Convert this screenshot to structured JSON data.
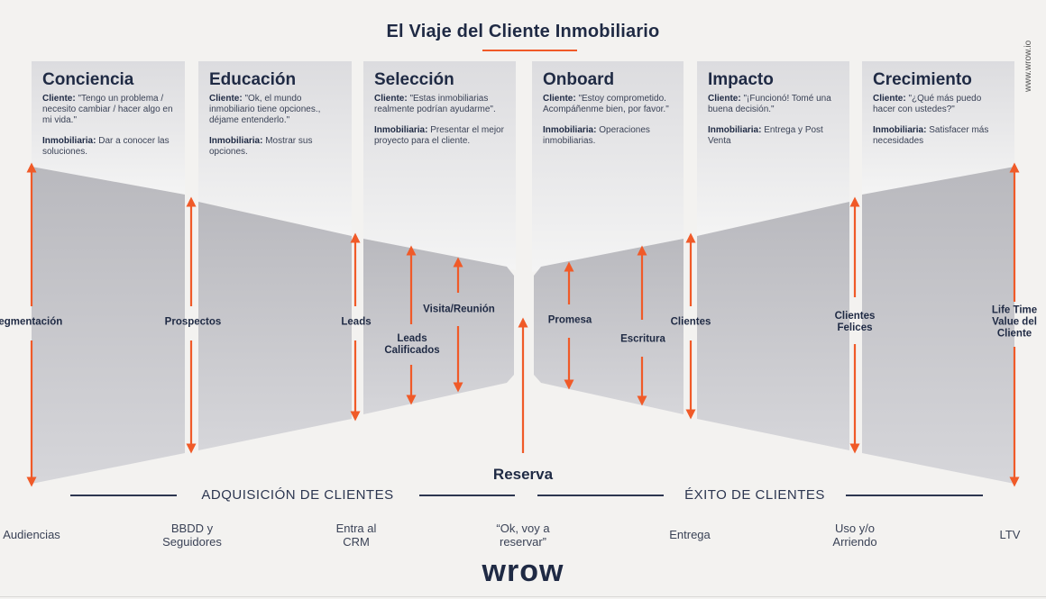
{
  "title": "El Viaje del Cliente Inmobiliario",
  "watermark": "www.wrow.io",
  "logo": "wrow",
  "accent_color": "#f05a28",
  "stages": [
    {
      "name": "Conciencia",
      "cliente_label": "Cliente:",
      "cliente": " \"Tengo un problema / necesito cambiar / hacer algo en mi vida.\"",
      "inmob_label": "Inmobiliaria:",
      "inmob": " Dar a conocer las soluciones."
    },
    {
      "name": "Educación",
      "cliente_label": "Cliente:",
      "cliente": " \"Ok, el mundo inmobiliario tiene opciones., déjame entenderlo.\"",
      "inmob_label": "Inmobiliaria:",
      "inmob": " Mostrar sus opciones."
    },
    {
      "name": "Selección",
      "cliente_label": "Cliente:",
      "cliente": " \"Estas inmobiliarias realmente podrían ayudarme\".",
      "inmob_label": "Inmobiliaria:",
      "inmob": " Presentar el mejor proyecto para el cliente."
    },
    {
      "name": "Onboard",
      "cliente_label": "Cliente:",
      "cliente": " \"Estoy comprometido. Acompáñenme bien, por favor.\"",
      "inmob_label": "Inmobiliaria:",
      "inmob": " Operaciones inmobiliarias."
    },
    {
      "name": "Impacto",
      "cliente_label": "Cliente:",
      "cliente": " \"¡Funcionó! Tomé una buena decisión.\"",
      "inmob_label": "Inmobiliaria:",
      "inmob": " Entrega y Post Venta"
    },
    {
      "name": "Crecimiento",
      "cliente_label": "Cliente:",
      "cliente": " \"¿Qué más puedo hacer con ustedes?\"",
      "inmob_label": "Inmobiliaria:",
      "inmob": " Satisfacer más necesidades"
    }
  ],
  "funnel_labels": {
    "segmentacion": "Segmentación",
    "prospectos": "Prospectos",
    "leads": "Leads",
    "visita": "Visita/Reunión",
    "leads_calificados_1": "Leads",
    "leads_calificados_2": "Calificados",
    "promesa": "Promesa",
    "escritura": "Escritura",
    "clientes": "Clientes",
    "clientes_felices_1": "Clientes",
    "clientes_felices_2": "Felices",
    "ltv_1": "Life Time",
    "ltv_2": "Value del",
    "ltv_3": "Cliente"
  },
  "reserva": "Reserva",
  "sections": {
    "left": "ADQUISICIÓN DE CLIENTES",
    "right": "ÉXITO DE CLIENTES"
  },
  "bottom": {
    "audiencias": "Audiencias",
    "bbdd_1": "BBDD y",
    "bbdd_2": "Seguidores",
    "crm_1": "Entra al",
    "crm_2": "CRM",
    "ok_1": "“Ok, voy a",
    "ok_2": "reservar”",
    "entrega": "Entrega",
    "uso_1": "Uso y/o",
    "uso_2": "Arriendo",
    "ltv": "LTV"
  }
}
